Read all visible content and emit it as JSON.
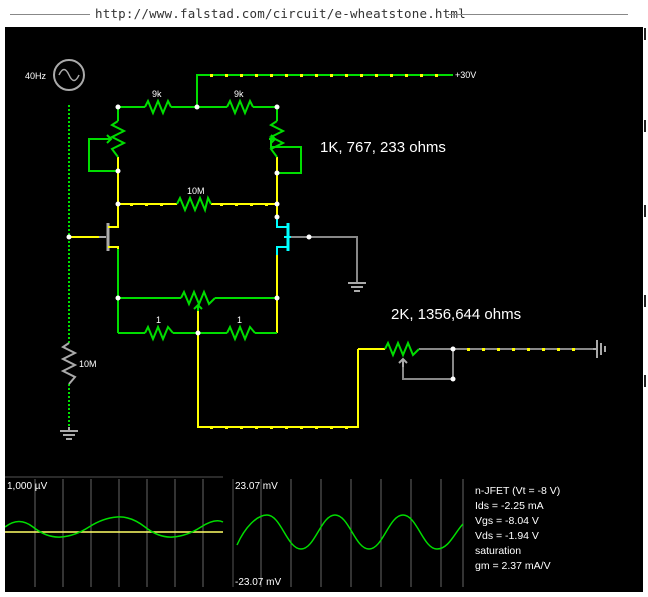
{
  "browser": {
    "url": "http://www.falstad.com/circuit/e-wheatstone.html"
  },
  "circuit": {
    "source_freq": "40Hz",
    "supply": "+30V",
    "r_top_left": "9k",
    "r_top_right": "9k",
    "r_mid": "10M",
    "r_bottom_left": "1",
    "r_bottom_right": "1",
    "r_source": "10M",
    "label_pot_top": "1K, 767, 233 ohms",
    "label_pot_right": "2K, 1356,644 ohms"
  },
  "scope_left": {
    "scale": "1,000 µV"
  },
  "scope_right": {
    "max": "23.07 mV",
    "min": "-23.07 mV"
  },
  "info": {
    "lines": [
      "n-JFET (Vt = -8 V)",
      "Ids = -2.25 mA",
      "Vgs = -8.04 V",
      "Vds = -1.94 V",
      "saturation",
      "gm = 2.37 mA/V"
    ]
  },
  "colors": {
    "wire": "#ffff00",
    "live": "#00ee00",
    "ground": "#888888",
    "selected": "#00ffff",
    "node": "#ffffff"
  }
}
